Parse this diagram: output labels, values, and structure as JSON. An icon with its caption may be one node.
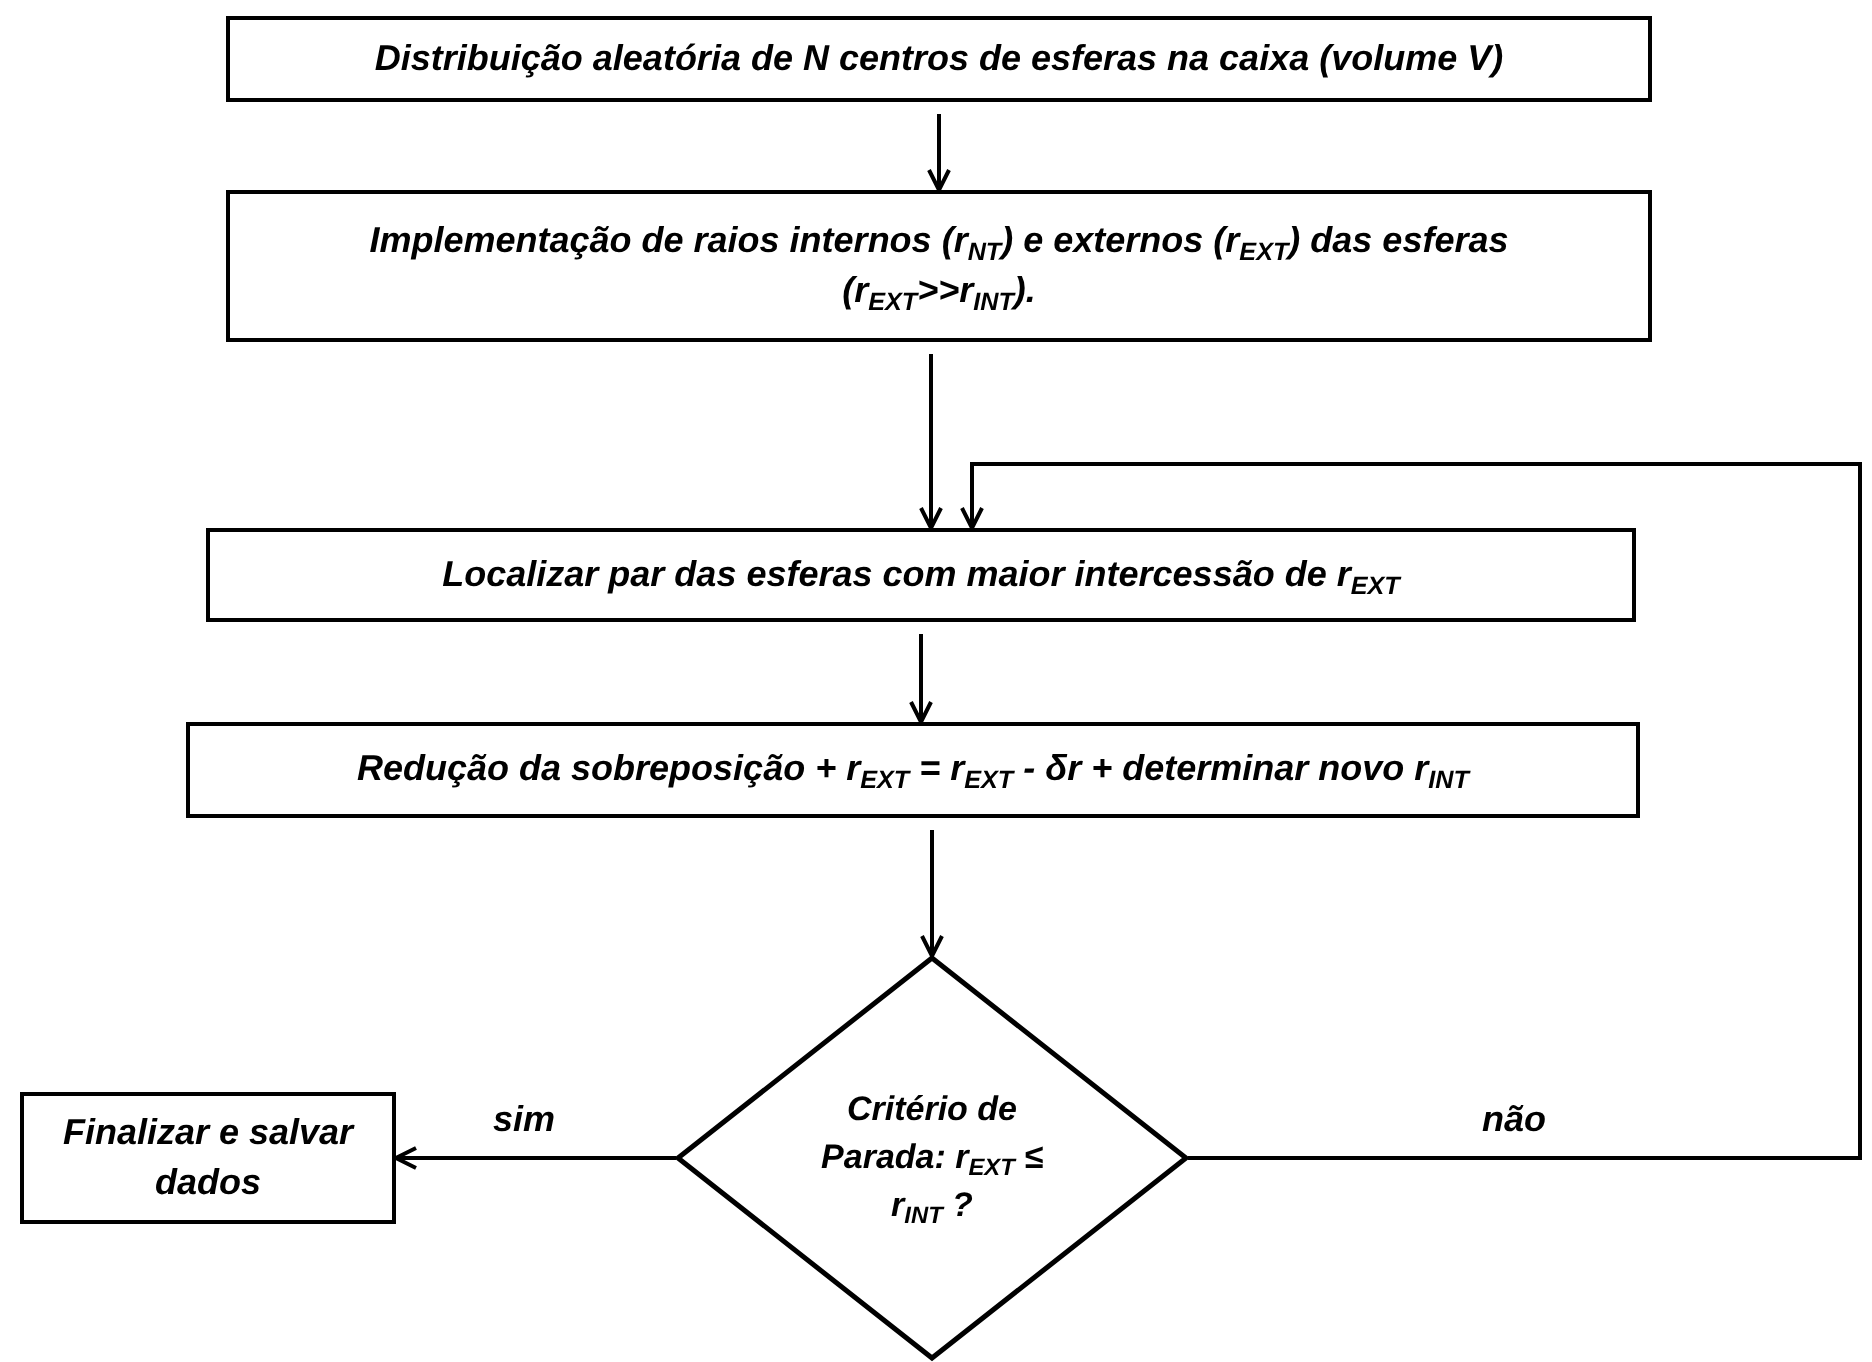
{
  "diagram": {
    "nodes": [
      {
        "text": [
          "Distribuição aleatória de N centros de esferas na caixa (volume V)"
        ]
      },
      {
        "text": [
          "Implementação de raios internos (r$_{NT}$) e externos (r$_{EXT}$) das esferas (r$_{EXT}$>>r$_{INT}$)."
        ]
      },
      {
        "text": [
          "Localizar par das esferas com maior intercessão de r$_{EXT}$"
        ]
      },
      {
        "text": [
          "Redução da sobreposição + r$_{EXT}$ = r$_{EXT}$ - δr + determinar novo r$_{INT}$"
        ]
      },
      {
        "text": [
          "Critério de Parada: r$_{EXT}$ ≤ r$_{INT}$ ?"
        ]
      },
      {
        "text": [
          "Finalizar e salvar dados"
        ]
      }
    ],
    "edges": [
      {
        "from": 0,
        "to": 1,
        "arrow": "to"
      },
      {
        "from": 1,
        "to": 2,
        "arrow": "to"
      },
      {
        "from": 2,
        "to": 3,
        "arrow": "to"
      },
      {
        "from": 3,
        "to": 4,
        "arrow": "to"
      },
      {
        "from": 4,
        "to": 5,
        "arrow": "to",
        "label": "sim"
      },
      {
        "from": 4,
        "to": 2,
        "arrow": "to",
        "label": "não"
      }
    ]
  }
}
